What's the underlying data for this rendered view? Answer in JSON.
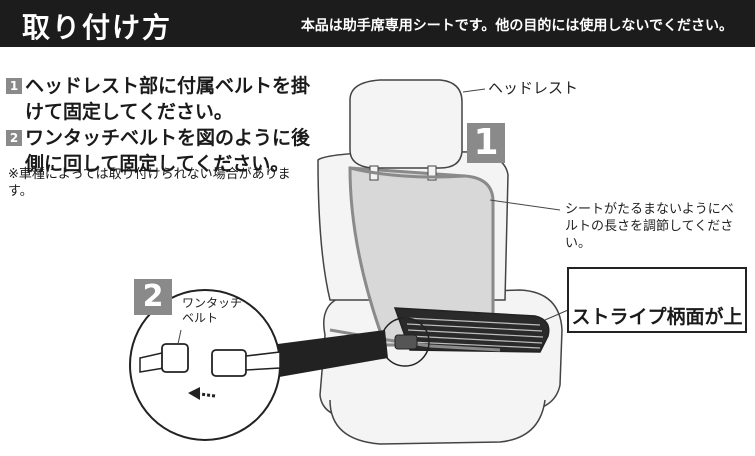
{
  "header": {
    "title": "取り付け方",
    "note": "本品は助手席専用シートです。他の目的には使用しないでください。"
  },
  "steps": [
    {
      "num": "1",
      "text": "ヘッドレスト部に付属ベルトを掛けて固定してください。"
    },
    {
      "num": "2",
      "text": "ワンタッチベルトを図のように後側に回して固定してください。"
    }
  ],
  "note": "※車種によっては取り付けられない場合があります。",
  "labels": {
    "headrest": "ヘッドレスト",
    "belt_hint": "シートがたるまないようにベルトの長さを調節してください。",
    "one_touch_belt": "ワンタッチベルト",
    "badge_1": "1",
    "badge_2": "2",
    "stripe_up": "ストライプ柄面が上"
  },
  "colors": {
    "header_bg": "#1c1c1c",
    "badge_gray": "#8a8a8a",
    "seat_fill": "#f4f4f4",
    "mesh_gray": "#9a9a9a"
  },
  "icons": {
    "warning": "warning-triangle-icon",
    "arrow": "direction-arrow-icon"
  }
}
